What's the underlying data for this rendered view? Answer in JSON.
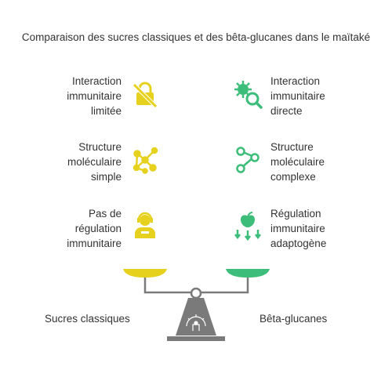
{
  "title": "Comparaison des sucres classiques et des bêta-glucanes dans le maïtaké",
  "left": {
    "side_label": "Sucres classiques",
    "color": "#e6d21e",
    "items": [
      {
        "label": "Interaction\nimmunitaire\nlimitée",
        "icon": "crossed-lock-icon"
      },
      {
        "label": "Structure\nmoléculaire\nsimple",
        "icon": "molecule-network-icon"
      },
      {
        "label": "Pas de\nrégulation\nimmunitaire",
        "icon": "person-headset-icon"
      }
    ]
  },
  "right": {
    "side_label": "Bêta-glucanes",
    "color": "#3dbd7a",
    "items": [
      {
        "label": "Interaction\nimmunitaire\ndirecte",
        "icon": "virus-magnifier-icon"
      },
      {
        "label": "Structure\nmoléculaire\ncomplexe",
        "icon": "connected-nodes-icon"
      },
      {
        "label": "Régulation\nimmunitaire\nadaptogène",
        "icon": "apple-arrows-icon"
      }
    ]
  },
  "scale_color": "#7a7a7a"
}
